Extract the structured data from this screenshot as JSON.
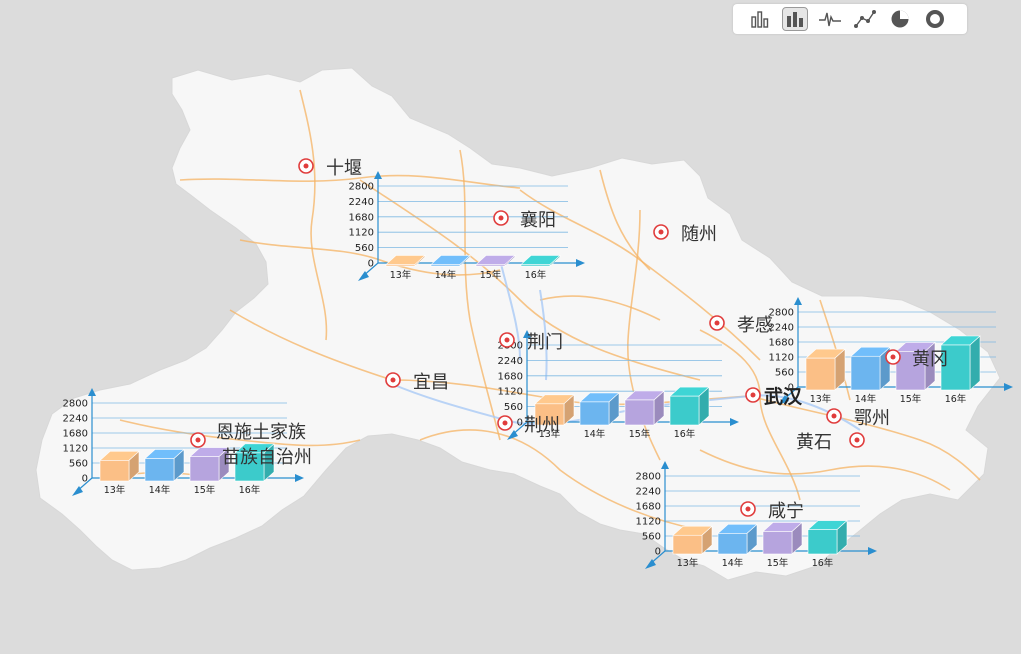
{
  "colors": {
    "background": "#dcdcdc",
    "land": "#f7f7f7",
    "road": "#f5b363",
    "water": "#a9c9f5",
    "axis": "#2a8ecf",
    "marker": "#e03c3c",
    "series": [
      "#fbbf86",
      "#6cb5ef",
      "#b6a4de",
      "#3ccbcb"
    ]
  },
  "toolbar": {
    "buttons": [
      {
        "name": "bar-chart-button",
        "icon": "bar-chart-icon",
        "active": false
      },
      {
        "name": "bar-3d-button",
        "icon": "bar-3d-icon",
        "active": true
      },
      {
        "name": "line-chart-button",
        "icon": "waveform-icon",
        "active": false
      },
      {
        "name": "scatter-line-button",
        "icon": "scatter-line-icon",
        "active": false
      },
      {
        "name": "pie-chart-button",
        "icon": "pie-chart-icon",
        "active": false
      },
      {
        "name": "ring-chart-button",
        "icon": "ring-chart-icon",
        "active": false
      }
    ]
  },
  "cities": [
    {
      "name": "十堰"
    },
    {
      "name": "襄阳"
    },
    {
      "name": "随州"
    },
    {
      "name": "荆门"
    },
    {
      "name": "孝感"
    },
    {
      "name": "宜昌"
    },
    {
      "name": "武汉"
    },
    {
      "name": "黄冈"
    },
    {
      "name": "鄂州"
    },
    {
      "name": "黄石"
    },
    {
      "name": "荆州"
    },
    {
      "name": "恩施土家族"
    },
    {
      "name": "苗族自治州"
    },
    {
      "name": "咸宁"
    }
  ],
  "chart_data": [
    {
      "type": "bar",
      "location": "襄阳",
      "categories": [
        "13年",
        "14年",
        "15年",
        "16年"
      ],
      "values": [
        0,
        0,
        0,
        0
      ],
      "ylim": [
        0,
        2800
      ],
      "yticks": [
        0,
        560,
        1120,
        1680,
        2240,
        2800
      ]
    },
    {
      "type": "bar",
      "location": "荆门",
      "categories": [
        "13年",
        "14年",
        "15年",
        "16年"
      ],
      "values": [
        770,
        840,
        910,
        1050
      ],
      "ylim": [
        0,
        2800
      ],
      "yticks": [
        0,
        560,
        1120,
        1680,
        2240,
        2800
      ]
    },
    {
      "type": "bar",
      "location": "武汉",
      "categories": [
        "13年",
        "14年",
        "15年",
        "16年"
      ],
      "values": [
        1190,
        1260,
        1440,
        1680
      ],
      "ylim": [
        0,
        2800
      ],
      "yticks": [
        0,
        560,
        1120,
        1680,
        2240,
        2800
      ]
    },
    {
      "type": "bar",
      "location": "恩施土家族苗族自治州",
      "categories": [
        "13年",
        "14年",
        "15年",
        "16年"
      ],
      "values": [
        770,
        840,
        910,
        1050
      ],
      "ylim": [
        0,
        2800
      ],
      "yticks": [
        0,
        560,
        1120,
        1680,
        2240,
        2800
      ]
    },
    {
      "type": "bar",
      "location": "咸宁",
      "categories": [
        "13年",
        "14年",
        "15年",
        "16年"
      ],
      "values": [
        700,
        770,
        840,
        910
      ],
      "ylim": [
        0,
        2800
      ],
      "yticks": [
        0,
        560,
        1120,
        1680,
        2240,
        2800
      ]
    }
  ]
}
